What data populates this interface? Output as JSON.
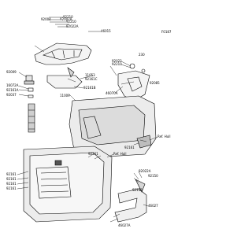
{
  "diagram_code": "F0187",
  "labels": {
    "l92210_top": "92210",
    "l92004": "92004",
    "l92002a": "92002A",
    "l92210_b": "92210",
    "l92022a": "92022A",
    "l46015": "46015",
    "l92009": "92009",
    "l16072": "16072A",
    "l92161a": "92161A",
    "l92037": "92037",
    "l11053": "11053",
    "l92161c": "92161C",
    "l92161b": "92161B",
    "l11009": "11009",
    "l92022": "92022",
    "l92210_r": "92210",
    "l230": "230",
    "l92085": "92085",
    "l46070a": "46070A",
    "l92161_r": "92161",
    "l92161_l1": "92161",
    "l92161_l2": "92161",
    "l92161_l3": "92161",
    "l92161_m": "92161",
    "l92161_bl": "92161",
    "ref_hull_1": "Ref. Hull",
    "ref_hull_2": "Ref. Hull",
    "l92022a_b": "92022A",
    "l92150": "92150",
    "l92153": "92153",
    "l46027": "46027",
    "l46027a": "46027A"
  }
}
